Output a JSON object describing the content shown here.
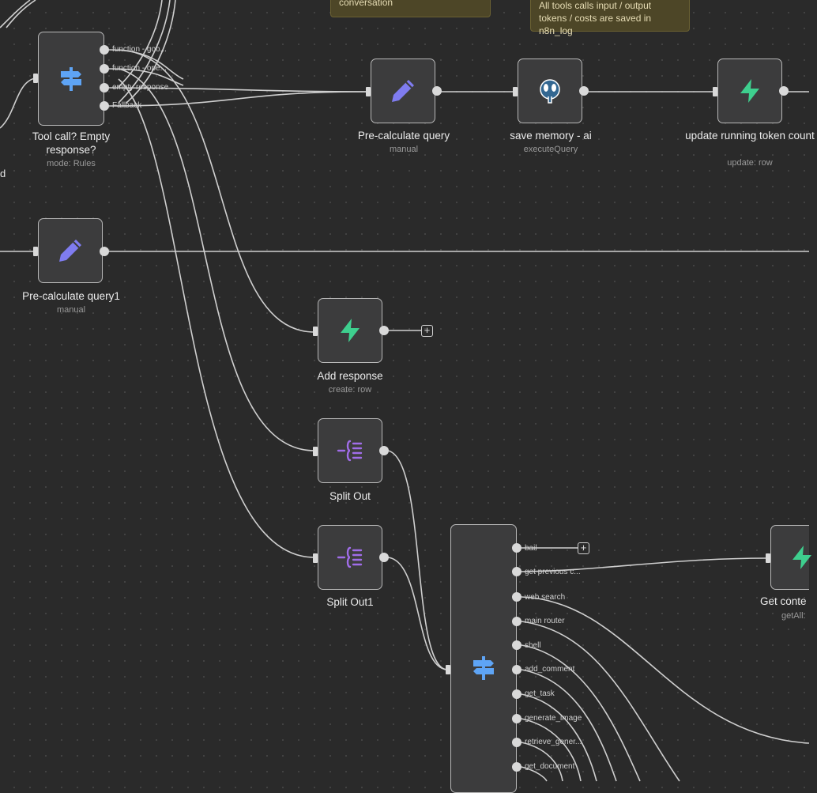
{
  "sticky_notes": {
    "note1": "conversation",
    "note2": "All tools calls input / output tokens / costs are saved in n8n_log"
  },
  "edge_text": {
    "left_cut": "d"
  },
  "nodes": {
    "tool_call": {
      "name": "Tool call? Empty response?",
      "subtitle": "mode: Rules",
      "outputs": [
        "function - goo...",
        "function - ope...",
        "empty response",
        "Fallback"
      ]
    },
    "precalc": {
      "name": "Pre-calculate query",
      "subtitle": "manual"
    },
    "save_memory": {
      "name": "save memory - ai",
      "subtitle": "executeQuery"
    },
    "update_token": {
      "name": "update running token count",
      "subtitle": "update: row"
    },
    "precalc1": {
      "name": "Pre-calculate query1",
      "subtitle": "manual"
    },
    "add_response": {
      "name": "Add response",
      "subtitle": "create: row"
    },
    "split_out": {
      "name": "Split Out"
    },
    "split_out1": {
      "name": "Split Out1"
    },
    "router": {
      "outputs": [
        "bail",
        "get previous c...",
        "web search",
        "main router",
        "shell",
        "add_comment",
        "get_task",
        "generate_image",
        "retrieve_gener...",
        "get_document"
      ]
    },
    "get_context": {
      "name": "Get conte",
      "subtitle": "getAll:"
    }
  },
  "icons": {
    "switch": "signpost-icon",
    "edit": "pencil-icon",
    "postgres": "postgres-elephant-icon",
    "supabase": "supabase-bolt-icon",
    "split": "split-out-icon"
  },
  "colors": {
    "background": "#2a2a2a",
    "node_fill": "#3c3c3d",
    "switch_blue": "#5ea4f5",
    "pencil_purple": "#7f7cf0",
    "supabase_green": "#3ecf8e",
    "split_purple": "#a06de8",
    "sticky_yellow": "#4d4627"
  }
}
